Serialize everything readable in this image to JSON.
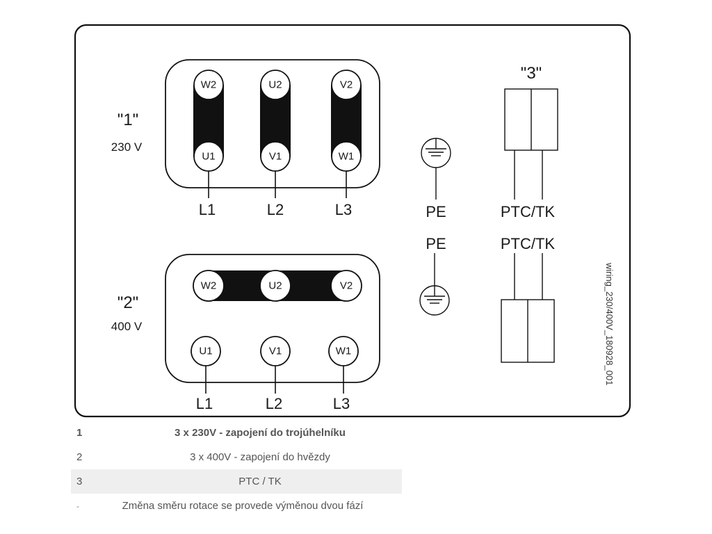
{
  "diagram": {
    "connection_1": {
      "label": "\"1\"",
      "voltage": "230 V"
    },
    "connection_2": {
      "label": "\"2\"",
      "voltage": "400 V"
    },
    "connection_3": {
      "label": "\"3\""
    },
    "terminals_top_row": [
      "W2",
      "U2",
      "V2"
    ],
    "terminals_bottom_row": [
      "U1",
      "V1",
      "W1"
    ],
    "lines": [
      "L1",
      "L2",
      "L3"
    ],
    "pe_label": "PE",
    "ptc_label": "PTC/TK",
    "side_text": "wiring_230/400V_180928_001"
  },
  "legend": [
    {
      "num": "1",
      "text": "3 x 230V - zapojení do trojúhelníku"
    },
    {
      "num": "2",
      "text": "3 x 400V - zapojení do hvězdy"
    },
    {
      "num": "3",
      "text": "PTC / TK"
    },
    {
      "num": "-",
      "text": "Změna směru rotace se provede výměnou dvou fází"
    }
  ]
}
